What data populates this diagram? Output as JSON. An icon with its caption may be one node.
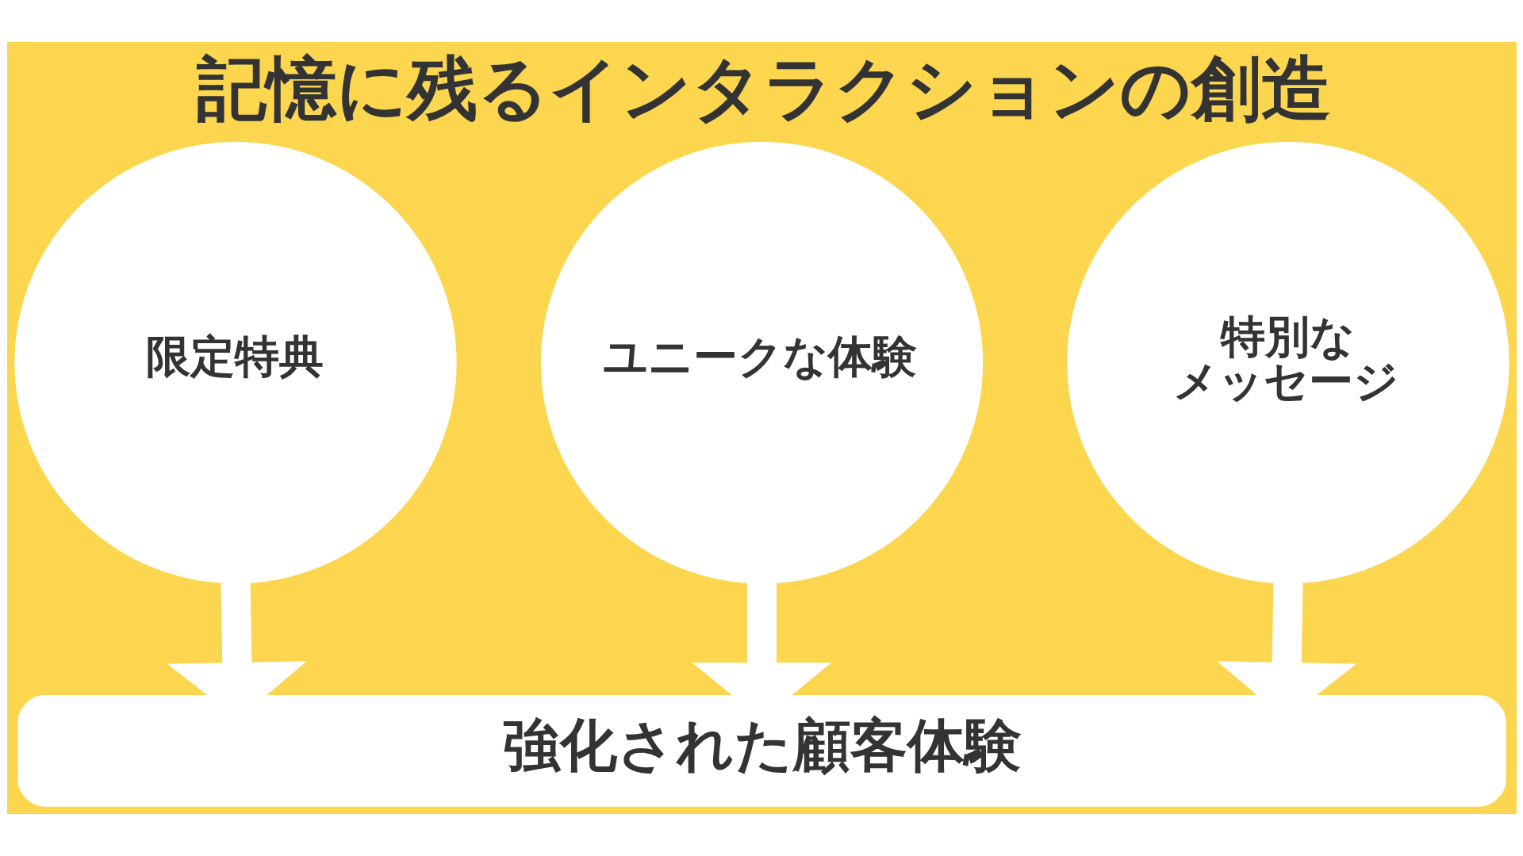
{
  "diagram": {
    "title": "記憶に残るインタラクションの創造",
    "nodes": [
      {
        "text": [
          "限定特典"
        ]
      },
      {
        "text": [
          "ユニークな体験"
        ]
      },
      {
        "text": [
          "特別なメッセージ"
        ]
      },
      {
        "text": [
          "強化された顧客体験"
        ]
      }
    ],
    "edges": [
      {
        "from": 0,
        "to": 3,
        "arrow": "to"
      },
      {
        "from": 1,
        "to": 3,
        "arrow": "to"
      },
      {
        "from": 2,
        "to": 3,
        "arrow": "to"
      }
    ]
  }
}
